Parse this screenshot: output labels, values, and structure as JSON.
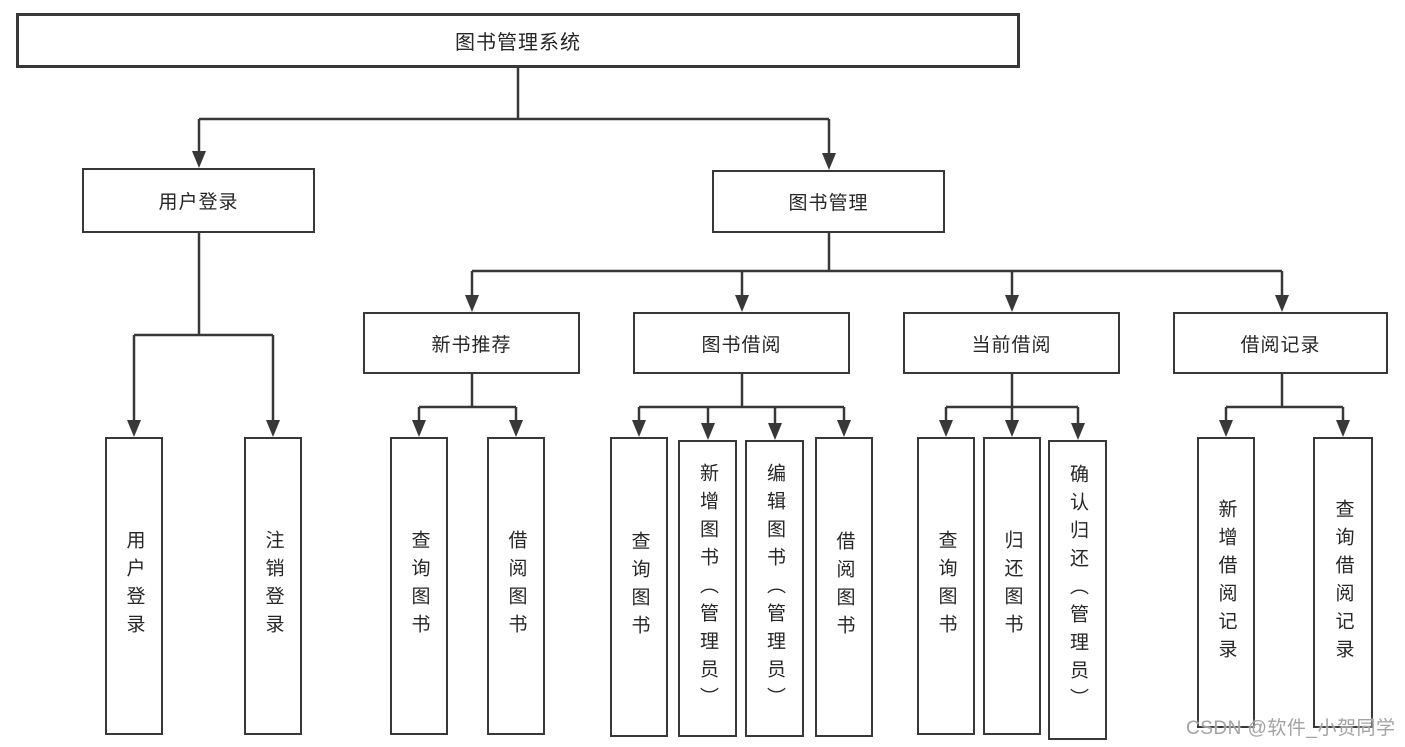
{
  "diagram": {
    "root": {
      "label": "图书管理系统"
    },
    "level2": {
      "user_login": {
        "label": "用户登录"
      },
      "book_management": {
        "label": "图书管理"
      }
    },
    "level3": {
      "new_book_rec": {
        "label": "新书推荐"
      },
      "book_borrow": {
        "label": "图书借阅"
      },
      "current_borrow": {
        "label": "当前借阅"
      },
      "borrow_records": {
        "label": "借阅记录"
      }
    },
    "leaves": {
      "user_login_login": {
        "label": "用户登录"
      },
      "user_login_logout": {
        "label": "注销登录"
      },
      "rec_query_book": {
        "label": "查询图书"
      },
      "rec_borrow_book": {
        "label": "借阅图书"
      },
      "bb_query_book": {
        "label": "查询图书"
      },
      "bb_add_book_admin": {
        "label": "新增图书（管理员）"
      },
      "bb_edit_book_admin": {
        "label": "编辑图书（管理员）"
      },
      "bb_borrow_book": {
        "label": "借阅图书"
      },
      "cb_query_book": {
        "label": "查询图书"
      },
      "cb_return_book": {
        "label": "归还图书"
      },
      "cb_confirm_return_admin": {
        "label": "确认归还（管理员）"
      },
      "br_add_record": {
        "label": "新增借阅记录"
      },
      "br_query_record": {
        "label": "查询借阅记录"
      }
    }
  },
  "watermark": {
    "text": "CSDN @软件_小贺同学"
  },
  "colors": {
    "line": "#383838",
    "text": "#262626",
    "watermark": "#a3a3a3",
    "background": "#ffffff"
  }
}
